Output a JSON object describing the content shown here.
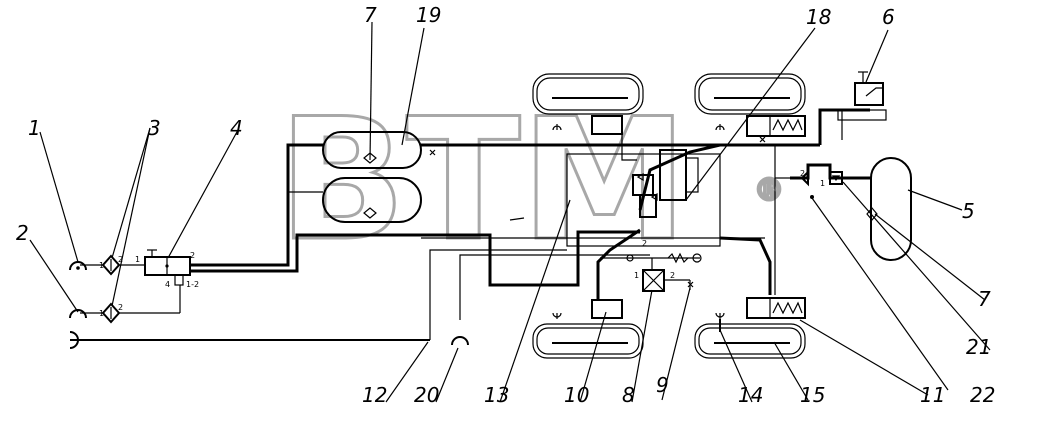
{
  "watermark": {
    "text": "BTM",
    "registered": "®"
  },
  "callouts": [
    {
      "id": "c1",
      "text": "1"
    },
    {
      "id": "c2",
      "text": "2"
    },
    {
      "id": "c3",
      "text": "3"
    },
    {
      "id": "c4",
      "text": "4"
    },
    {
      "id": "c5",
      "text": "5"
    },
    {
      "id": "c6",
      "text": "6"
    },
    {
      "id": "c7a",
      "text": "7"
    },
    {
      "id": "c7b",
      "text": "7"
    },
    {
      "id": "c8",
      "text": "8"
    },
    {
      "id": "c9",
      "text": "9"
    },
    {
      "id": "c10",
      "text": "10"
    },
    {
      "id": "c11",
      "text": "11"
    },
    {
      "id": "c12",
      "text": "12"
    },
    {
      "id": "c13",
      "text": "13"
    },
    {
      "id": "c14",
      "text": "14"
    },
    {
      "id": "c15",
      "text": "15"
    },
    {
      "id": "c18",
      "text": "18"
    },
    {
      "id": "c19",
      "text": "19"
    },
    {
      "id": "c20",
      "text": "20"
    },
    {
      "id": "c21",
      "text": "21"
    },
    {
      "id": "c22",
      "text": "22"
    }
  ],
  "port_labels": {
    "one": "1",
    "two": "2",
    "four": "4",
    "one_two": "1-2"
  }
}
